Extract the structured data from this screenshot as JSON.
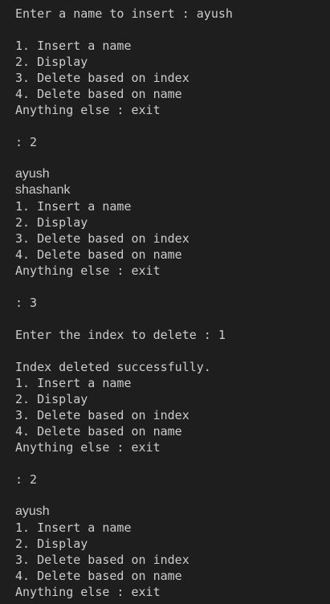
{
  "terminal": {
    "background": "#1e1e1e",
    "foreground": "#cccccc",
    "lines": [
      {
        "text": "Enter a name to insert : ayush",
        "font": "mono"
      },
      {
        "text": "",
        "font": "mono"
      },
      {
        "text": "1. Insert a name",
        "font": "mono"
      },
      {
        "text": "2. Display",
        "font": "mono"
      },
      {
        "text": "3. Delete based on index",
        "font": "mono"
      },
      {
        "text": "4. Delete based on name",
        "font": "mono"
      },
      {
        "text": "Anything else : exit",
        "font": "mono"
      },
      {
        "text": "",
        "font": "mono"
      },
      {
        "text": ": 2",
        "font": "mono"
      },
      {
        "text": "",
        "font": "mono"
      },
      {
        "text": "ayush",
        "font": "prop"
      },
      {
        "text": "shashank",
        "font": "prop"
      },
      {
        "text": "1. Insert a name",
        "font": "mono"
      },
      {
        "text": "2. Display",
        "font": "mono"
      },
      {
        "text": "3. Delete based on index",
        "font": "mono"
      },
      {
        "text": "4. Delete based on name",
        "font": "mono"
      },
      {
        "text": "Anything else : exit",
        "font": "mono"
      },
      {
        "text": "",
        "font": "mono"
      },
      {
        "text": ": 3",
        "font": "mono"
      },
      {
        "text": "",
        "font": "mono"
      },
      {
        "text": "Enter the index to delete : 1",
        "font": "mono"
      },
      {
        "text": "",
        "font": "mono"
      },
      {
        "text": "Index deleted successfully.",
        "font": "mono"
      },
      {
        "text": "1. Insert a name",
        "font": "mono"
      },
      {
        "text": "2. Display",
        "font": "mono"
      },
      {
        "text": "3. Delete based on index",
        "font": "mono"
      },
      {
        "text": "4. Delete based on name",
        "font": "mono"
      },
      {
        "text": "Anything else : exit",
        "font": "mono"
      },
      {
        "text": "",
        "font": "mono"
      },
      {
        "text": ": 2",
        "font": "mono"
      },
      {
        "text": "",
        "font": "mono"
      },
      {
        "text": "ayush",
        "font": "prop"
      },
      {
        "text": "1. Insert a name",
        "font": "mono"
      },
      {
        "text": "2. Display",
        "font": "mono"
      },
      {
        "text": "3. Delete based on index",
        "font": "mono"
      },
      {
        "text": "4. Delete based on name",
        "font": "mono"
      },
      {
        "text": "Anything else : exit",
        "font": "mono"
      }
    ]
  }
}
